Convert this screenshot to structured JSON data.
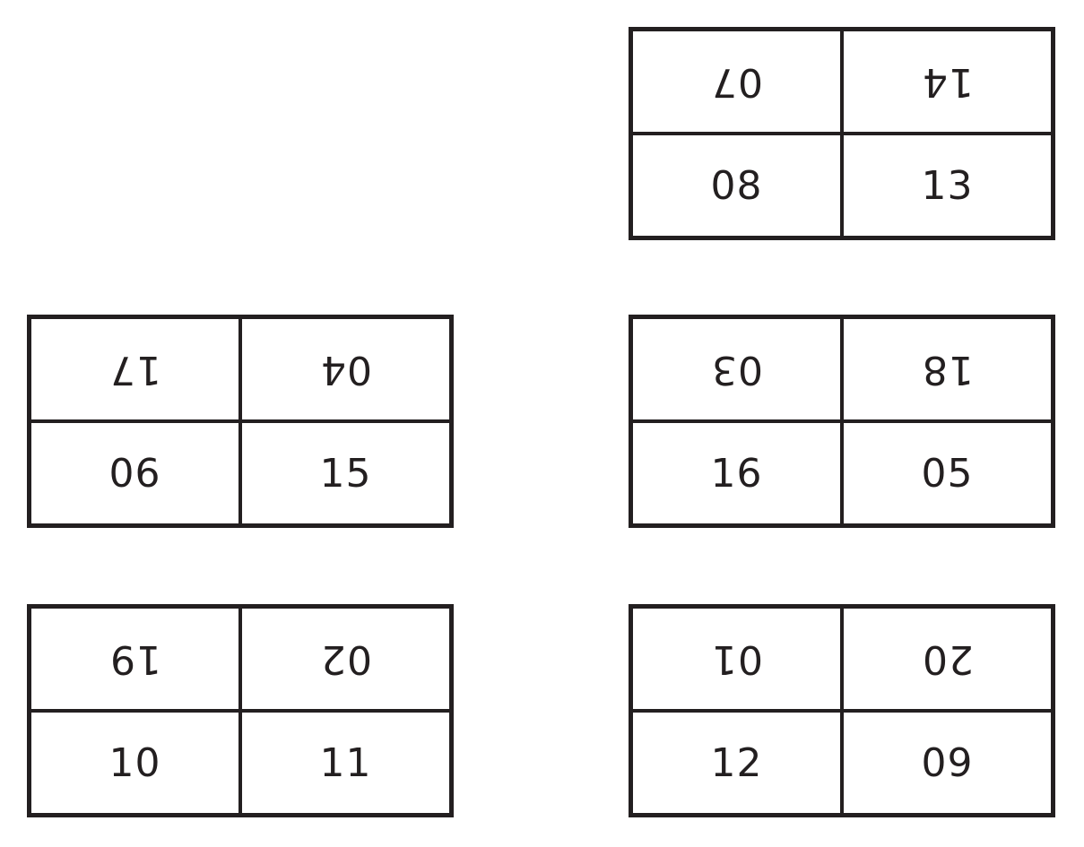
{
  "blocks": {
    "top_right": {
      "top_left": "07",
      "top_right": "14",
      "bottom_left": "08",
      "bottom_right": "13"
    },
    "mid_left": {
      "top_left": "17",
      "top_right": "04",
      "bottom_left": "06",
      "bottom_right": "15"
    },
    "mid_right": {
      "top_left": "03",
      "top_right": "18",
      "bottom_left": "16",
      "bottom_right": "05"
    },
    "bottom_left": {
      "top_left": "19",
      "top_right": "02",
      "bottom_left": "10",
      "bottom_right": "11"
    },
    "bottom_right": {
      "top_left": "01",
      "top_right": "20",
      "bottom_left": "12",
      "bottom_right": "09"
    }
  },
  "colors": {
    "line": "#231f20",
    "background": "#ffffff"
  }
}
